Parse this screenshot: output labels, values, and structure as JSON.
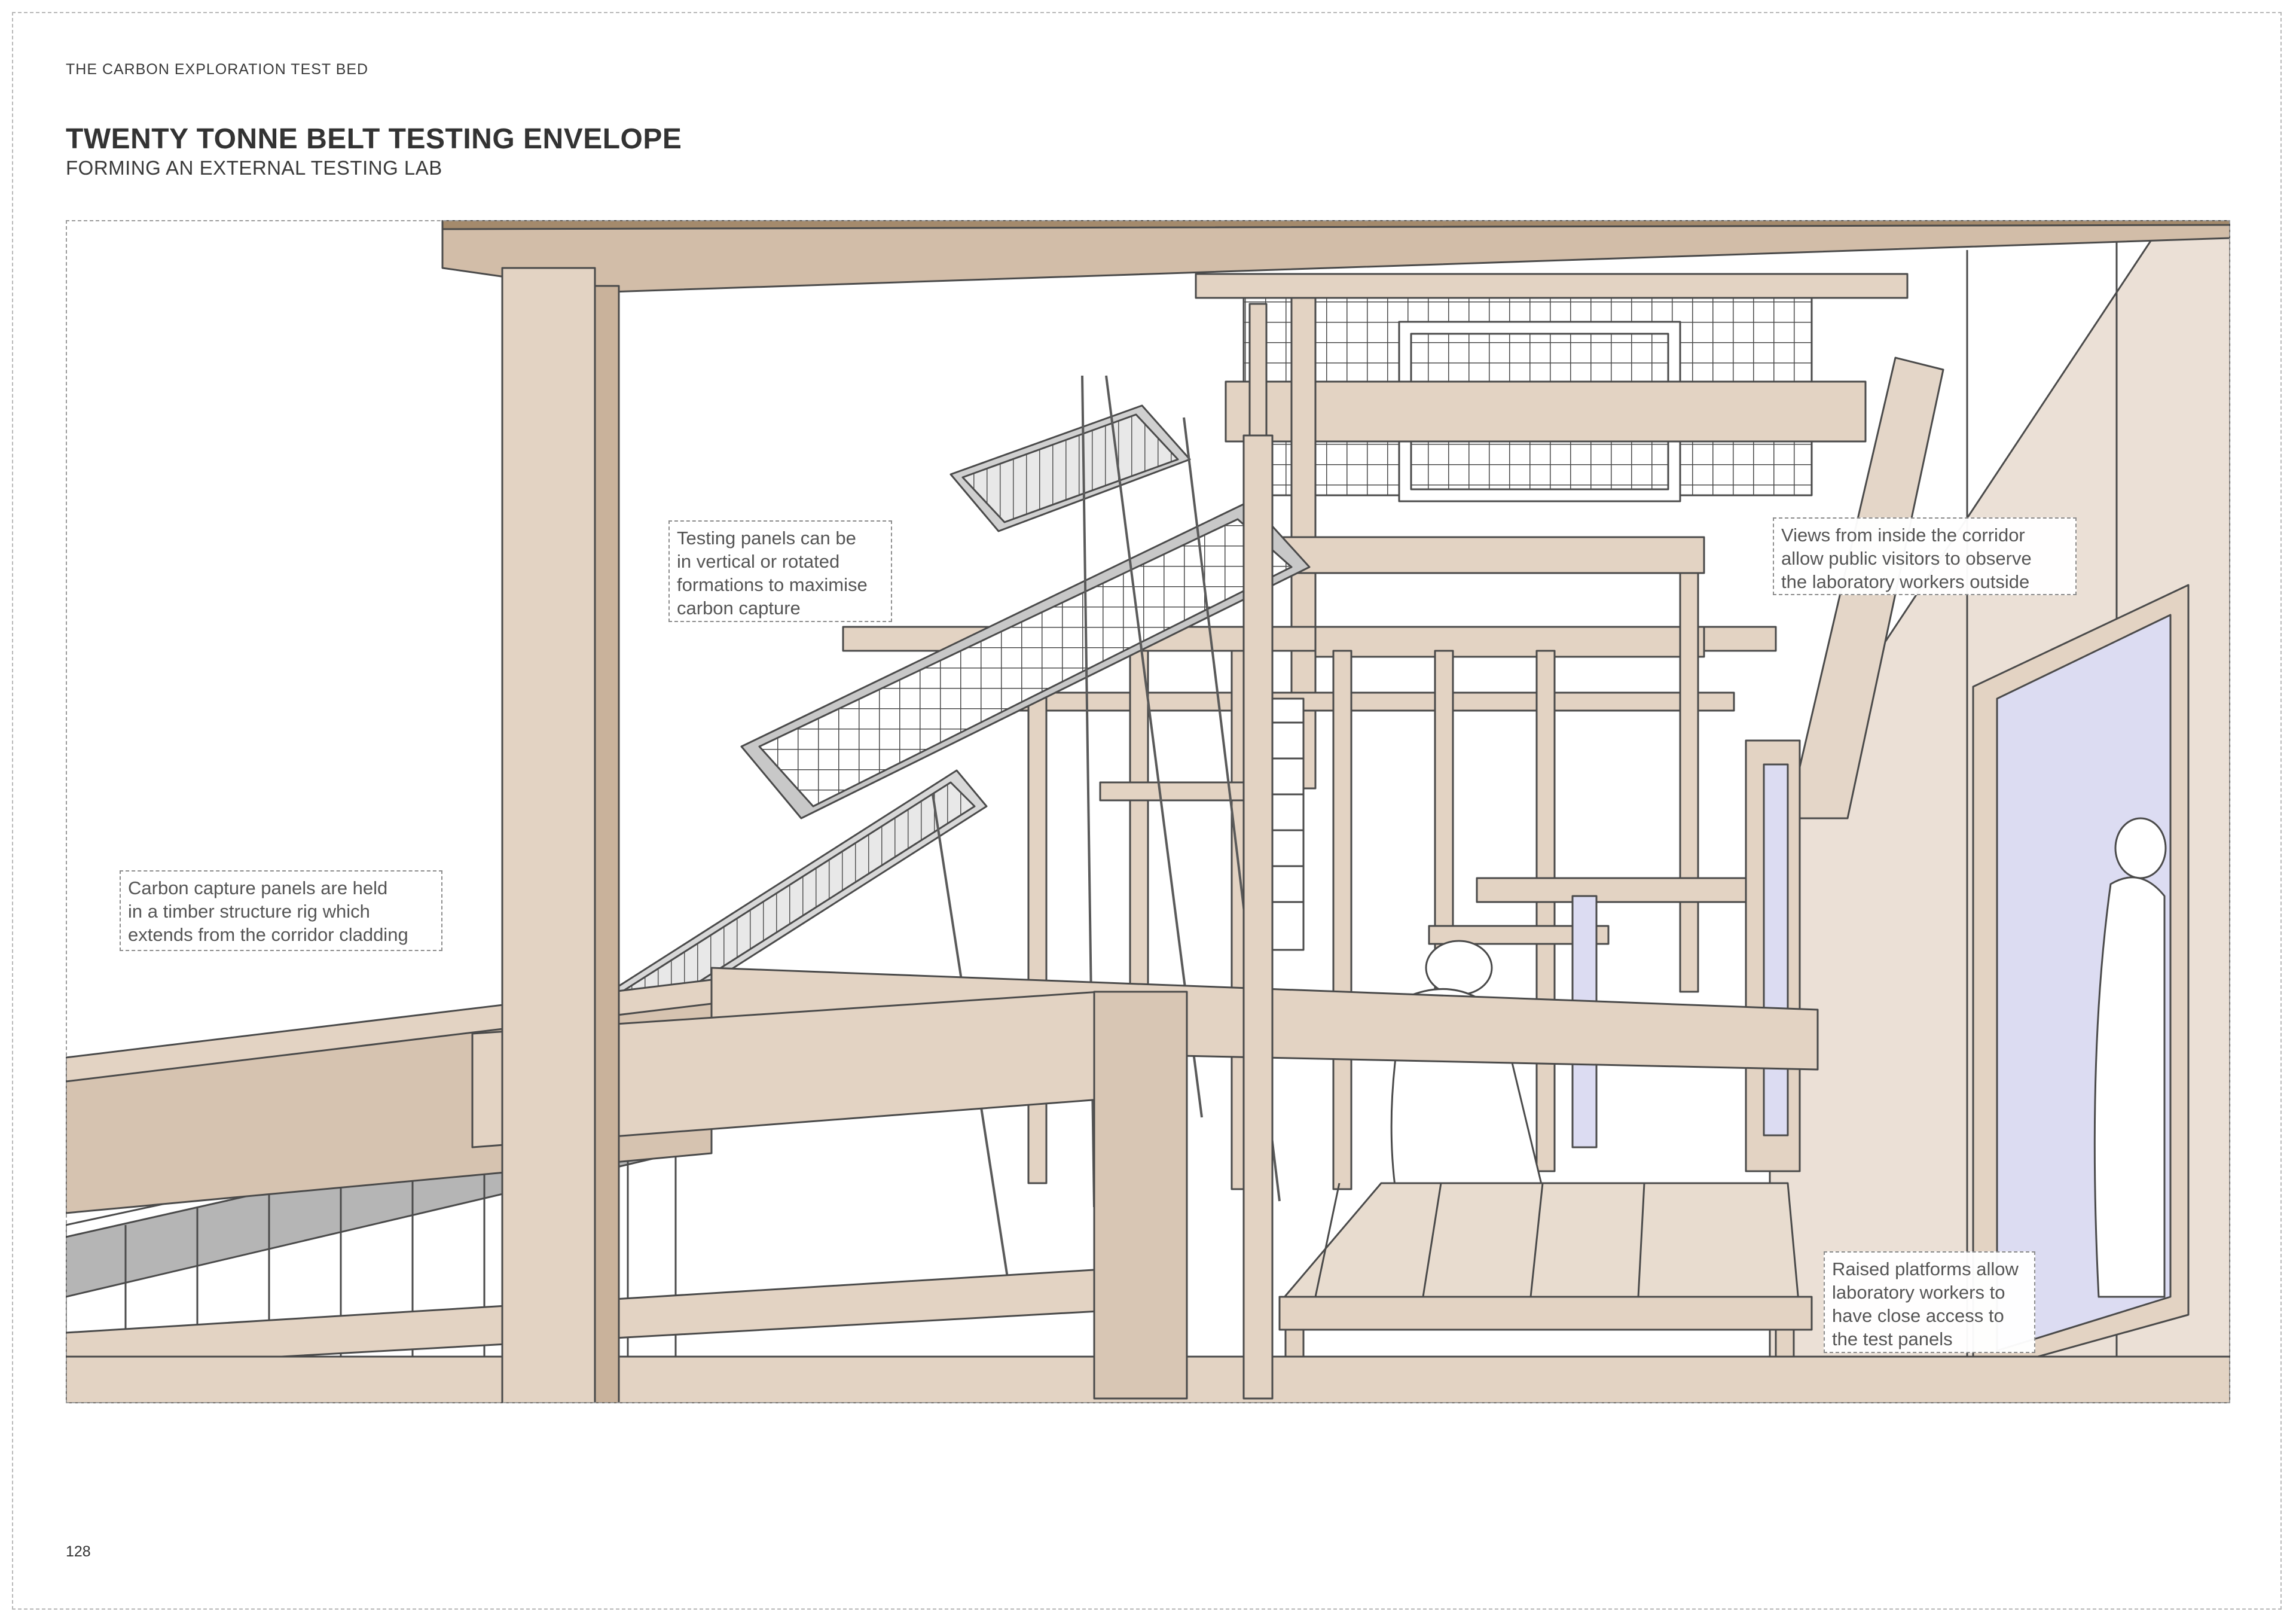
{
  "header": {
    "kicker": "THE CARBON EXPLORATION TEST BED",
    "title": "TWENTY TONNE BELT TESTING ENVELOPE",
    "subtitle": "FORMING AN EXTERNAL TESTING LAB"
  },
  "callouts": {
    "testing_panels": "Testing panels can be\nin vertical or rotated\nformations to maximise\ncarbon capture",
    "corridor_views": "Views from inside the corridor\nallow public visitors to observe\nthe laboratory workers outside",
    "capture_panels": "Carbon capture panels are held\nin a timber structure rig which\nextends from the corridor cladding",
    "raised_platforms": "Raised platforms allow\nlaboratory workers to\nhave close access to\nthe test panels"
  },
  "footer": {
    "page_number": "128"
  },
  "colors": {
    "timber_light": "#e3d3c3",
    "timber_mid": "#d2bda8",
    "timber_dark": "#a48a6c",
    "cladding": "#ebe0d6",
    "panel_grey": "#c8c8c8",
    "glass": "#dcdcf2",
    "line": "#4a4a4a"
  }
}
